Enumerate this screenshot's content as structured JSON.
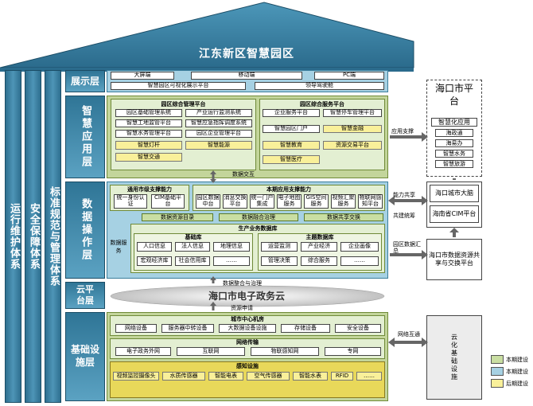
{
  "title": "江东新区智慧园区",
  "pillars": [
    "运行维护体系",
    "安全保障体系",
    "标准规范与管理体系"
  ],
  "layers": {
    "display": {
      "label": "展示层",
      "top_items": [
        "大屏端",
        "移动端",
        "PC端"
      ],
      "bottom_items": [
        "智慧园区可视化展示平台",
        "领导驾驶舱"
      ]
    },
    "app": {
      "label": "智慧应用层",
      "integrated_mgmt": {
        "title": "园区综合管理平台",
        "items": [
          "园区基础管理系统",
          "产业运行监测系统",
          "智慧工地监管平台",
          "智慧应急指挥调度系统",
          "智慧水务管理平台",
          "园区企业管理平台",
          "智慧灯杆",
          "智慧能源",
          "智慧交通"
        ]
      },
      "integrated_service": {
        "title": "园区综合服务平台",
        "items": [
          "企业服务平台",
          "智慧停车管理平台",
          "智慧园区门户",
          "智慧金融",
          "智慧教育",
          "资源交易平台",
          "智慧医疗"
        ]
      },
      "data_exchange": "数据交互",
      "app_support": "应用支撑"
    },
    "data": {
      "label": "数据操作层",
      "general_support": {
        "title": "通用市级支撑能力",
        "items": [
          "统一身份认证",
          "CIM基础平台"
        ]
      },
      "this_support": {
        "title": "本期应用支撑能力",
        "items": [
          "园区数据中台",
          "消息交换平台",
          "统一门户集成",
          "电子地图服务",
          "GIS空间服务",
          "视频汇聚服务",
          "物联网感知平台"
        ]
      },
      "data_row": [
        "数据资源目录",
        "数据融合治理",
        "数据共享交换"
      ],
      "data_service": "数据服务",
      "production": {
        "title": "生产业务数据库",
        "base_title": "基础库",
        "base_items": [
          "人口信息",
          "法人信息",
          "地理信息",
          "宏观经济库",
          "社会信用库",
          "……"
        ],
        "theme_title": "主题数据库",
        "theme_items": [
          "运营监测",
          "产业经济",
          "企业画像",
          "管理决策",
          "综合服务",
          "……"
        ]
      },
      "ability_share": "能力共享",
      "data_integration": "数据整合与治理",
      "co_construction": "共建统筹",
      "park_data_summary": "园区数据汇总"
    },
    "cloud": {
      "label": "云平台层",
      "cloud_name": "海口市电子政务云",
      "resource_application": "资源申请"
    },
    "infra": {
      "label": "基础设施层",
      "machine_room": {
        "title": "城市中心机房",
        "items": [
          "网络设备",
          "服务器中转设备",
          "大数据设备设施",
          "存储设备",
          "安全设备"
        ]
      },
      "network": {
        "title": "网络传输",
        "items": [
          "电子政务外网",
          "互联网",
          "物联感知网",
          "专网"
        ]
      },
      "perception": {
        "title": "感知设施",
        "items": [
          "视频监控摄像头",
          "水质传感器",
          "智能电表",
          "空气传感器",
          "智能水表",
          "RFID",
          "……"
        ]
      },
      "network_connection": "网络互通"
    }
  },
  "right": {
    "city_platform": "海口市平台",
    "city_items": [
      "智慧化应用",
      "海政通",
      "海易办",
      "智慧水务",
      "智慧旅游"
    ],
    "city_brain": "海口城市大脑",
    "hainan_cim": "海南省CIM平台",
    "data_exchange_platform": "海口市数据资源共享与交换平台",
    "cloud_infra": "云化基础设施"
  },
  "legend": [
    {
      "label": "本期建设",
      "color": "#c9dea2"
    },
    {
      "label": "本期建设",
      "color": "#a6d1e3"
    },
    {
      "label": "后期建设",
      "color": "#f9f09a"
    }
  ]
}
